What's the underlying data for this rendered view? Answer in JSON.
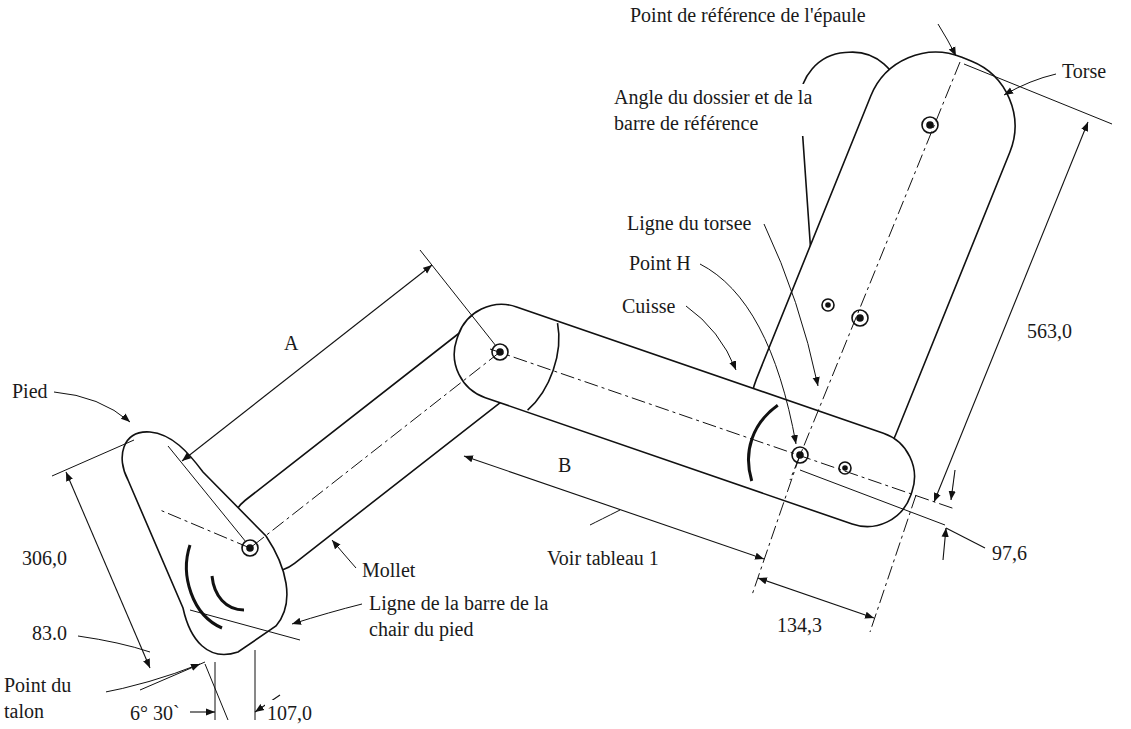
{
  "diagram": {
    "labels": [
      "Point de référence de l'épaule",
      "Torse",
      "Angle du dossier et de la barre de référence",
      "Ligne du torsee",
      "Point H",
      "Cuisse",
      "563,0",
      "A",
      "B",
      "Voir tableau 1",
      "97,6",
      "134,3",
      "Pied",
      "Mollet",
      "306,0",
      "83.0",
      "Ligne de la barre de la chair du pied",
      "Point du talon",
      "6° 30`",
      "107,0"
    ]
  }
}
